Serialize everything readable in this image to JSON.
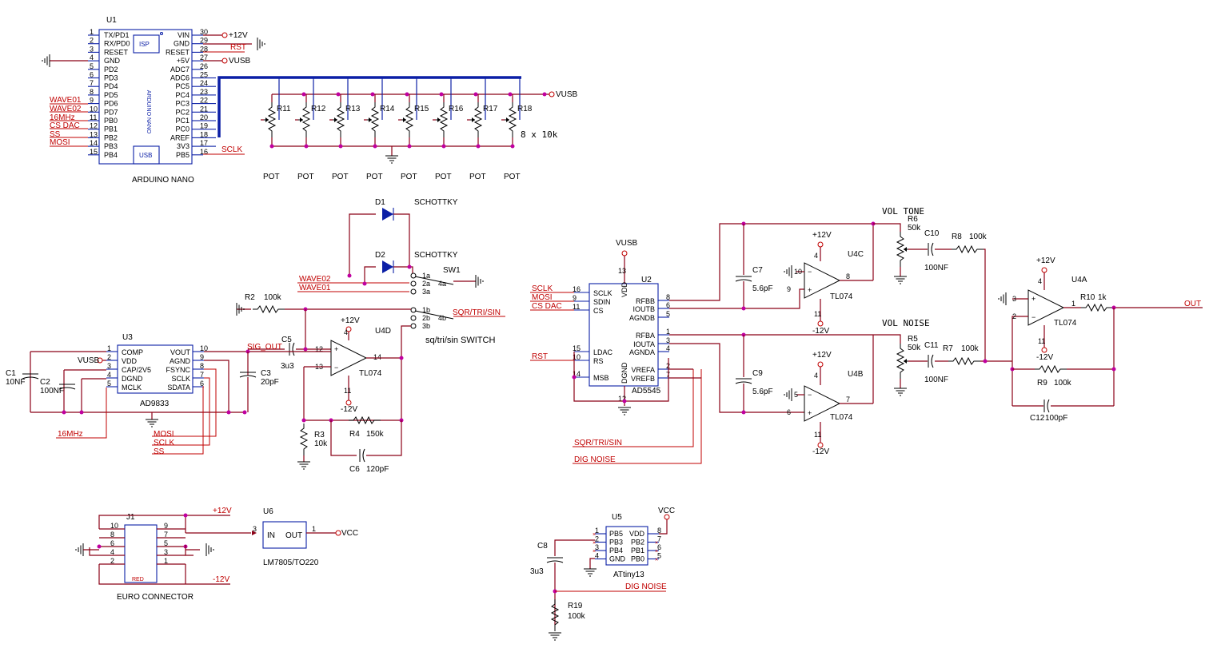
{
  "u1": {
    "ref": "U1",
    "name": "ARDUINO NANO",
    "isp": "ISP",
    "usb": "USB",
    "body_text": "ARDUINO NANO",
    "left_pins": [
      {
        "num": "1",
        "label": "TX/PD1"
      },
      {
        "num": "2",
        "label": "RX/PD0"
      },
      {
        "num": "3",
        "label": "RESET"
      },
      {
        "num": "4",
        "label": "GND"
      },
      {
        "num": "5",
        "label": "PD2"
      },
      {
        "num": "6",
        "label": "PD3"
      },
      {
        "num": "7",
        "label": "PD4"
      },
      {
        "num": "8",
        "label": "PD5"
      },
      {
        "num": "9",
        "label": "PD6"
      },
      {
        "num": "10",
        "label": "PD7"
      },
      {
        "num": "11",
        "label": "PB0"
      },
      {
        "num": "12",
        "label": "PB1"
      },
      {
        "num": "13",
        "label": "PB2"
      },
      {
        "num": "14",
        "label": "PB3"
      },
      {
        "num": "15",
        "label": "PB4"
      }
    ],
    "right_pins": [
      {
        "num": "30",
        "label": "VIN"
      },
      {
        "num": "29",
        "label": "GND"
      },
      {
        "num": "28",
        "label": "RESET"
      },
      {
        "num": "27",
        "label": "+5V"
      },
      {
        "num": "26",
        "label": "ADC7"
      },
      {
        "num": "25",
        "label": "ADC6"
      },
      {
        "num": "24",
        "label": "PC5"
      },
      {
        "num": "23",
        "label": "PC4"
      },
      {
        "num": "22",
        "label": "PC3"
      },
      {
        "num": "21",
        "label": "PC2"
      },
      {
        "num": "20",
        "label": "PC1"
      },
      {
        "num": "19",
        "label": "PC0"
      },
      {
        "num": "18",
        "label": "AREF"
      },
      {
        "num": "17",
        "label": "3V3"
      },
      {
        "num": "16",
        "label": "PB5"
      }
    ],
    "left_nets": [
      "WAVE01",
      "WAVE02",
      "16MHz",
      "CS DAC",
      "SS",
      "MOSI"
    ],
    "right_nets": {
      "vin": "+12V",
      "reset": "RST",
      "v5": "VUSB",
      "sclk": "SCLK"
    }
  },
  "pots": {
    "refs": [
      "R11",
      "R12",
      "R13",
      "R14",
      "R15",
      "R16",
      "R17",
      "R18"
    ],
    "labels": [
      "POT",
      "POT",
      "POT",
      "POT",
      "POT",
      "POT",
      "POT",
      "POT"
    ],
    "note": "8 x 10k",
    "supply": "VUSB"
  },
  "u3": {
    "ref": "U3",
    "name": "AD9833",
    "left_pins": [
      {
        "num": "1",
        "label": "COMP"
      },
      {
        "num": "2",
        "label": "VDD"
      },
      {
        "num": "3",
        "label": "CAP/2V5"
      },
      {
        "num": "4",
        "label": "DGND"
      },
      {
        "num": "5",
        "label": "MCLK"
      }
    ],
    "right_pins": [
      {
        "num": "10",
        "label": "VOUT"
      },
      {
        "num": "9",
        "label": "AGND"
      },
      {
        "num": "8",
        "label": "FSYNC"
      },
      {
        "num": "7",
        "label": "SCLK"
      },
      {
        "num": "6",
        "label": "SDATA"
      }
    ],
    "vusb": "VUSB",
    "clk": "16MHz",
    "nets": [
      "MOSI",
      "SCLK",
      "SS"
    ],
    "out": "SIG_OUT"
  },
  "caps_left": [
    {
      "ref": "C1",
      "value": "10NF"
    },
    {
      "ref": "C2",
      "value": "100NF"
    },
    {
      "ref": "C3",
      "value": "20pF"
    },
    {
      "ref": "C5",
      "value": "3u3"
    }
  ],
  "u4d": {
    "ref": "U4D",
    "name": "TL074",
    "vp": "+12V",
    "vn": "-12V",
    "pins": {
      "inp": "12",
      "inn": "13",
      "out": "14",
      "vcc": "4",
      "vee": "11"
    },
    "r2": {
      "ref": "R2",
      "value": "100k"
    },
    "r3": {
      "ref": "R3",
      "value": "10k"
    },
    "r4": {
      "ref": "R4",
      "value": "150k"
    },
    "c6": {
      "ref": "C6",
      "value": "120pF"
    }
  },
  "switch": {
    "d1": {
      "ref": "D1",
      "type": "SCHOTTKY"
    },
    "d2": {
      "ref": "D2",
      "type": "SCHOTTKY"
    },
    "ref": "SW1",
    "nets": [
      "WAVE02",
      "WAVE01"
    ],
    "sqr": "SQR/TRI/SIN",
    "pins_a": [
      "1a",
      "2a",
      "3a"
    ],
    "pin_4a": "4a",
    "pins_b": [
      "1b",
      "2b",
      "3b"
    ],
    "pin_4b": "4b",
    "caption": "sq/tri/sin SWITCH"
  },
  "u2": {
    "ref": "U2",
    "name": "AD5545",
    "vusb": "VUSB",
    "left_pins": [
      {
        "num": "16",
        "label": "SCLK"
      },
      {
        "num": "9",
        "label": "SDIN"
      },
      {
        "num": "11",
        "label": "CS"
      },
      {
        "num": "15",
        "label": "LDAC"
      },
      {
        "num": "10",
        "label": "RS"
      },
      {
        "num": "14",
        "label": "MSB"
      }
    ],
    "right_pins": [
      {
        "num": "8",
        "label": "RFBB"
      },
      {
        "num": "6",
        "label": "IOUTB"
      },
      {
        "num": "5",
        "label": "AGNDB"
      },
      {
        "num": "1",
        "label": "RFBA"
      },
      {
        "num": "3",
        "label": "IOUTA"
      },
      {
        "num": "4",
        "label": "AGNDA"
      },
      {
        "num": "2",
        "label": "VREFA"
      },
      {
        "num": "7",
        "label": "VREFB"
      }
    ],
    "top": {
      "num": "13",
      "label": "VDD"
    },
    "bottom": {
      "num": "12",
      "label": "DGND"
    },
    "nets": [
      "SCLK",
      "MOSI",
      "CS DAC",
      "RST"
    ],
    "bottom_nets": [
      "SQR/TRI/SIN",
      "DIG NOISE"
    ]
  },
  "u4c": {
    "ref": "U4C",
    "name": "TL074",
    "vp": "+12V",
    "vn": "-12V",
    "pins": {
      "inp": "10",
      "inn": "9",
      "out": "8",
      "vcc": "4",
      "vee": "11"
    },
    "c7": {
      "ref": "C7",
      "value": "5.6pF"
    }
  },
  "u4b": {
    "ref": "U4B",
    "name": "TL074",
    "vp": "+12V",
    "vn": "-12V",
    "pins": {
      "inp": "5",
      "inn": "6",
      "out": "7",
      "vcc": "4",
      "vee": "11"
    },
    "c9": {
      "ref": "C9",
      "value": "5.6pF"
    }
  },
  "mixer": {
    "vol_tone": "VOL TONE",
    "vol_noise": "VOL NOISE",
    "r6": {
      "ref": "R6",
      "value": "50k"
    },
    "r5": {
      "ref": "R5",
      "value": "50k"
    },
    "c10": {
      "ref": "C10",
      "value": "100NF"
    },
    "c11": {
      "ref": "C11",
      "value": "100NF"
    },
    "r8": {
      "ref": "R8",
      "value": "100k"
    },
    "r7": {
      "ref": "R7",
      "value": "100k"
    }
  },
  "u4a": {
    "ref": "U4A",
    "name": "TL074",
    "vp": "+12V",
    "vn": "-12V",
    "pins": {
      "inp": "3",
      "inn": "2",
      "out": "1",
      "vcc": "4",
      "vee": "11"
    },
    "r10": {
      "ref": "R10",
      "value": "1k"
    },
    "r9": {
      "ref": "R9",
      "value": "100k"
    },
    "c12": {
      "ref": "C12",
      "value": "100pF"
    },
    "out": "OUT"
  },
  "j1": {
    "ref": "J1",
    "name": "EURO CONNECTOR",
    "key": "RED",
    "left_pins": [
      "10",
      "8",
      "6",
      "4",
      "2"
    ],
    "right_pins": [
      "9",
      "7",
      "5",
      "3",
      "1"
    ],
    "p12": "+12V",
    "m12": "-12V"
  },
  "u6": {
    "ref": "U6",
    "name": "LM7805/TO220",
    "in": "IN",
    "out": "OUT",
    "pin_in": "3",
    "pin_out": "1",
    "vcc": "VCC"
  },
  "u5": {
    "ref": "U5",
    "name": "ATtiny13",
    "vcc": "VCC",
    "left_pins": [
      {
        "num": "1",
        "label": "PB5"
      },
      {
        "num": "2",
        "label": "PB3"
      },
      {
        "num": "3",
        "label": "PB4"
      },
      {
        "num": "4",
        "label": "GND"
      }
    ],
    "right_pins": [
      {
        "num": "8",
        "label": "VDD"
      },
      {
        "num": "7",
        "label": "PB2"
      },
      {
        "num": "6",
        "label": "PB1"
      },
      {
        "num": "5",
        "label": "PB0"
      }
    ],
    "c8": {
      "ref": "C8",
      "value": "3u3"
    },
    "r19": {
      "ref": "R19",
      "value": "100k"
    },
    "noise": "DIG NOISE"
  }
}
